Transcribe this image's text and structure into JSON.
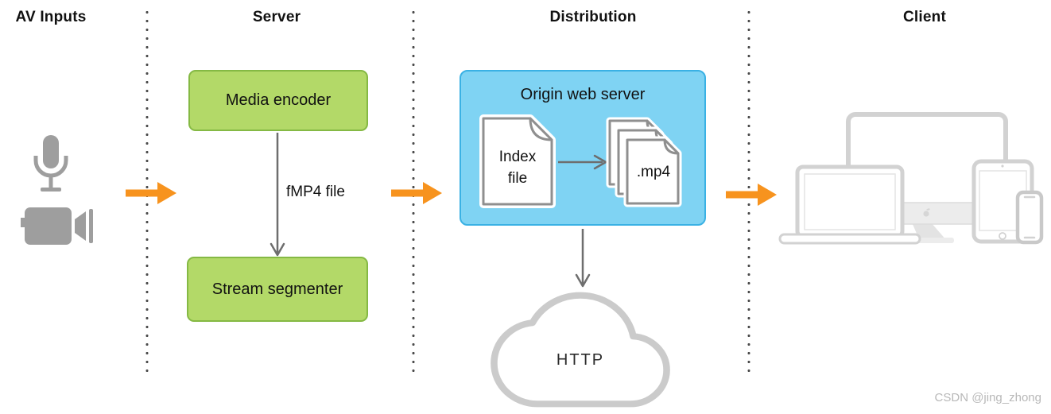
{
  "diagram": {
    "title_row": {
      "sections": [
        {
          "id": "av-inputs",
          "label": "AV Inputs"
        },
        {
          "id": "server",
          "label": "Server"
        },
        {
          "id": "distribution",
          "label": "Distribution"
        },
        {
          "id": "client",
          "label": "Client"
        }
      ]
    },
    "av_inputs": {
      "icons": [
        "microphone-icon",
        "video-camera-icon"
      ]
    },
    "server": {
      "media_encoder_label": "Media encoder",
      "stream_segmenter_label": "Stream segmenter",
      "file_flow_label": "fMP4 file"
    },
    "distribution": {
      "origin_server_label": "Origin web server",
      "index_file_label": "Index\nfile",
      "segment_file_label": ".mp4",
      "network_cloud_label": "HTTP"
    },
    "client": {
      "device_icons": [
        "tv-display-icon",
        "laptop-icon",
        "imac-icon",
        "ipad-icon",
        "iphone-icon"
      ]
    },
    "watermark": "CSDN @jing_zhong",
    "colors": {
      "accent_orange": "#f7931e",
      "green_box_fill": "#b3d968",
      "green_box_border": "#85b944",
      "blue_box_fill": "#7fd3f3",
      "blue_box_border": "#3ab1e4",
      "av_icon_gray": "#9e9e9e",
      "device_outline_gray": "#d2d2d2",
      "connector_gray": "#6e6e6e",
      "cloud_gray": "#cbcbcb"
    }
  }
}
